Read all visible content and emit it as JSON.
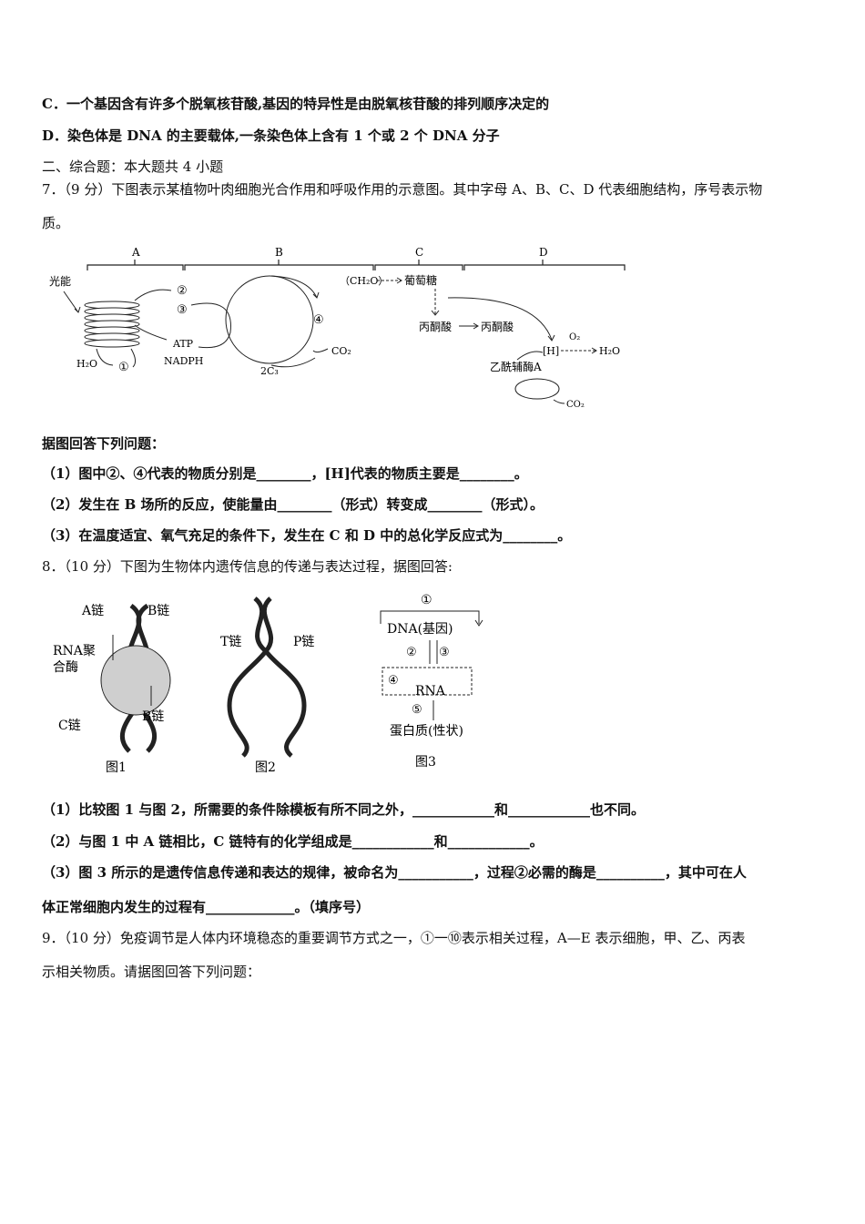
{
  "lines": {
    "optC": "C．一个基因含有许多个脱氧核苷酸,基因的特异性是由脱氧核苷酸的排列顺序决定的",
    "optD": "D．染色体是 DNA 的主要载体,一条染色体上含有 1 个或 2 个 DNA 分子",
    "section2": "二、综合题：本大题共 4 小题",
    "q7a": "7．（9 分）下图表示某植物叶肉细胞光合作用和呼吸作用的示意图。其中字母 A、B、C、D 代表细胞结构，序号表示物",
    "q7b": "质。",
    "q7ask": "据图回答下列问题：",
    "q7_1": "（1）图中②、④代表的物质分别是________，[H]代表的物质主要是________。",
    "q7_2": "（2）发生在 B 场所的反应，使能量由________（形式）转变成________（形式）。",
    "q7_3": "（3）在温度适宜、氧气充足的条件下，发生在 C 和 D 中的总化学反应式为________。",
    "q8": "8．（10 分）下图为生物体内遗传信息的传递与表达过程，据图回答:",
    "q8_1": "（1）比较图 1 与图 2，所需要的条件除模板有所不同之外，____________和____________也不同。",
    "q8_2": "（2）与图 1 中 A 链相比，C 链特有的化学组成是____________和____________。",
    "q8_3a": "（3）图 3 所示的是遗传信息传递和表达的规律，被命名为___________，过程②必需的酶是__________，其中可在人",
    "q8_3b": "体正常细胞内发生的过程有_____________。（填序号）",
    "q9a": "9．（10 分）免疫调节是人体内环境稳态的重要调节方式之一，①一⑩表示相关过程，A—E 表示细胞，甲、乙、丙表",
    "q9b": "示相关物质。请据图回答下列问题："
  },
  "fig7": {
    "A": "A",
    "B": "B",
    "C": "C",
    "D": "D",
    "light": "光能",
    "h2o_in": "H₂O",
    "c1": "①",
    "c2": "②",
    "c3": "③",
    "c4": "④",
    "atp": "ATP",
    "nadph": "NADPH",
    "co2_in": "CO₂",
    "c3_2": "2C₃",
    "ch2o": "（CH₂O）",
    "glucose": "葡萄糖",
    "pyruvate1": "丙酮酸",
    "pyruvate2": "丙酮酸",
    "h": "[H]",
    "o2": "O₂",
    "h2o_out": "H₂O",
    "acetylcoa": "乙酰辅酶A",
    "co2_out": "CO₂"
  },
  "fig8": {
    "achain": "A链",
    "bchain": "B链",
    "rnapol1": "RNA聚",
    "rnapol2": "合酶",
    "cchain": "C链",
    "bchain2": "B链",
    "cap1": "图1",
    "tchain": "T链",
    "pchain": "P链",
    "cap2": "图2",
    "p1": "①",
    "dna": "DNA(基因)",
    "p2": "②",
    "p3": "③",
    "p4": "④",
    "rna": "RNA",
    "p5": "⑤",
    "protein": "蛋白质(性状)",
    "cap3": "图3"
  }
}
